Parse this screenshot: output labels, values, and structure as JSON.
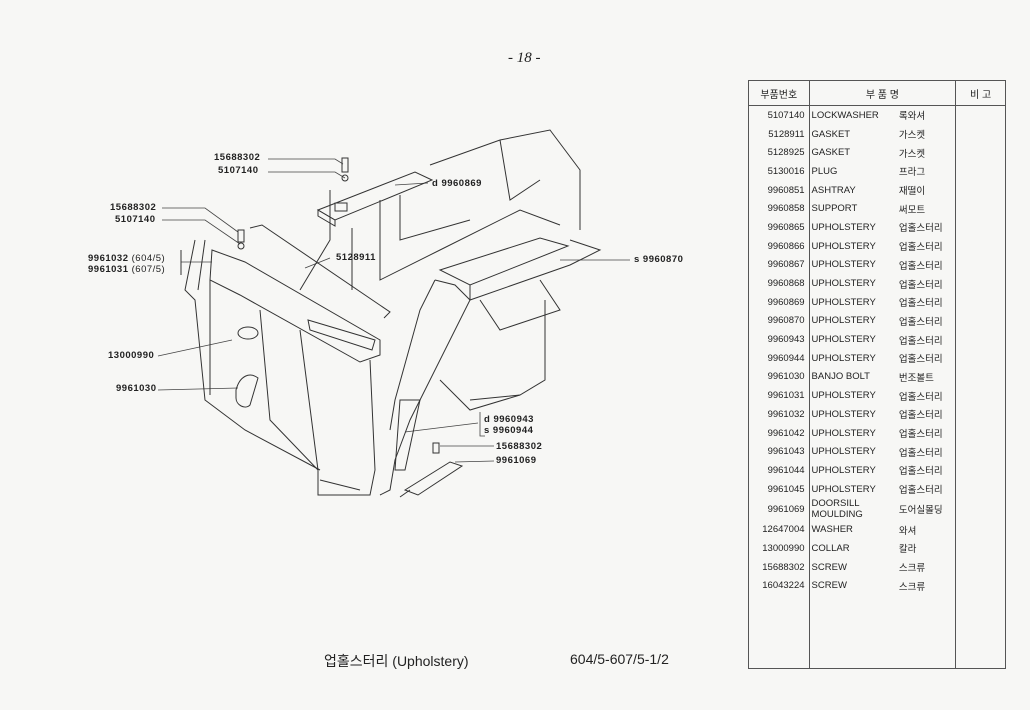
{
  "page_number": "- 18 -",
  "caption": {
    "title": "업홀스터리 (Upholstery)",
    "model": "604/5-607/5-1/2"
  },
  "diagram_labels": {
    "top_screw": "15688302",
    "top_washer": "5107140",
    "d_9960869": "d  9960869",
    "left_screw": "15688302",
    "left_washer": "5107140",
    "up_9961032": "9961032",
    "up_9961032_model": "(604/5)",
    "up_9961031": "9961031",
    "up_9961031_model": "(607/5)",
    "gasket": "5128911",
    "s_9960870": "s  9960870",
    "collar": "13000990",
    "banjo": "9961030",
    "d_9960943": "d  9960943",
    "s_9960944": "s  9960944",
    "bottom_screw": "15688302",
    "doorsill": "9961069"
  },
  "table": {
    "headers": [
      "부품번호",
      "부    품    명",
      "비  고"
    ],
    "rows": [
      [
        "5107140",
        "LOCKWASHER",
        "록와셔"
      ],
      [
        "5128911",
        "GASKET",
        "가스켓"
      ],
      [
        "5128925",
        "GASKET",
        "가스켓"
      ],
      [
        "5130016",
        "PLUG",
        "프라그"
      ],
      [
        "9960851",
        "ASHTRAY",
        "재떨이"
      ],
      [
        "9960858",
        "SUPPORT",
        "써모트"
      ],
      [
        "9960865",
        "UPHOLSTERY",
        "업홀스터리"
      ],
      [
        "9960866",
        "UPHOLSTERY",
        "업홀스터리"
      ],
      [
        "9960867",
        "UPHOLSTERY",
        "업홀스터리"
      ],
      [
        "9960868",
        "UPHOLSTERY",
        "업홀스터리"
      ],
      [
        "9960869",
        "UPHOLSTERY",
        "업홀스터리"
      ],
      [
        "9960870",
        "UPHOLSTERY",
        "업홀스터리"
      ],
      [
        "9960943",
        "UPHOLSTERY",
        "업홀스터리"
      ],
      [
        "9960944",
        "UPHOLSTERY",
        "업홀스터리"
      ],
      [
        "9961030",
        "BANJO BOLT",
        "번조볼트"
      ],
      [
        "9961031",
        "UPHOLSTERY",
        "업홀스터리"
      ],
      [
        "9961032",
        "UPHOLSTERY",
        "업홀스터리"
      ],
      [
        "9961042",
        "UPHOLSTERY",
        "업홀스터리"
      ],
      [
        "9961043",
        "UPHOLSTERY",
        "업홀스터리"
      ],
      [
        "9961044",
        "UPHOLSTERY",
        "업홀스터리"
      ],
      [
        "9961045",
        "UPHOLSTERY",
        "업홀스터리"
      ],
      [
        "9961069",
        "DOORSILL MOULDING",
        "도어실몰딩"
      ],
      [
        "12647004",
        "WASHER",
        "와셔"
      ],
      [
        "13000990",
        "COLLAR",
        "칼라"
      ],
      [
        "15688302",
        "SCREW",
        "스크류"
      ],
      [
        "16043224",
        "SCREW",
        "스크류"
      ]
    ]
  }
}
